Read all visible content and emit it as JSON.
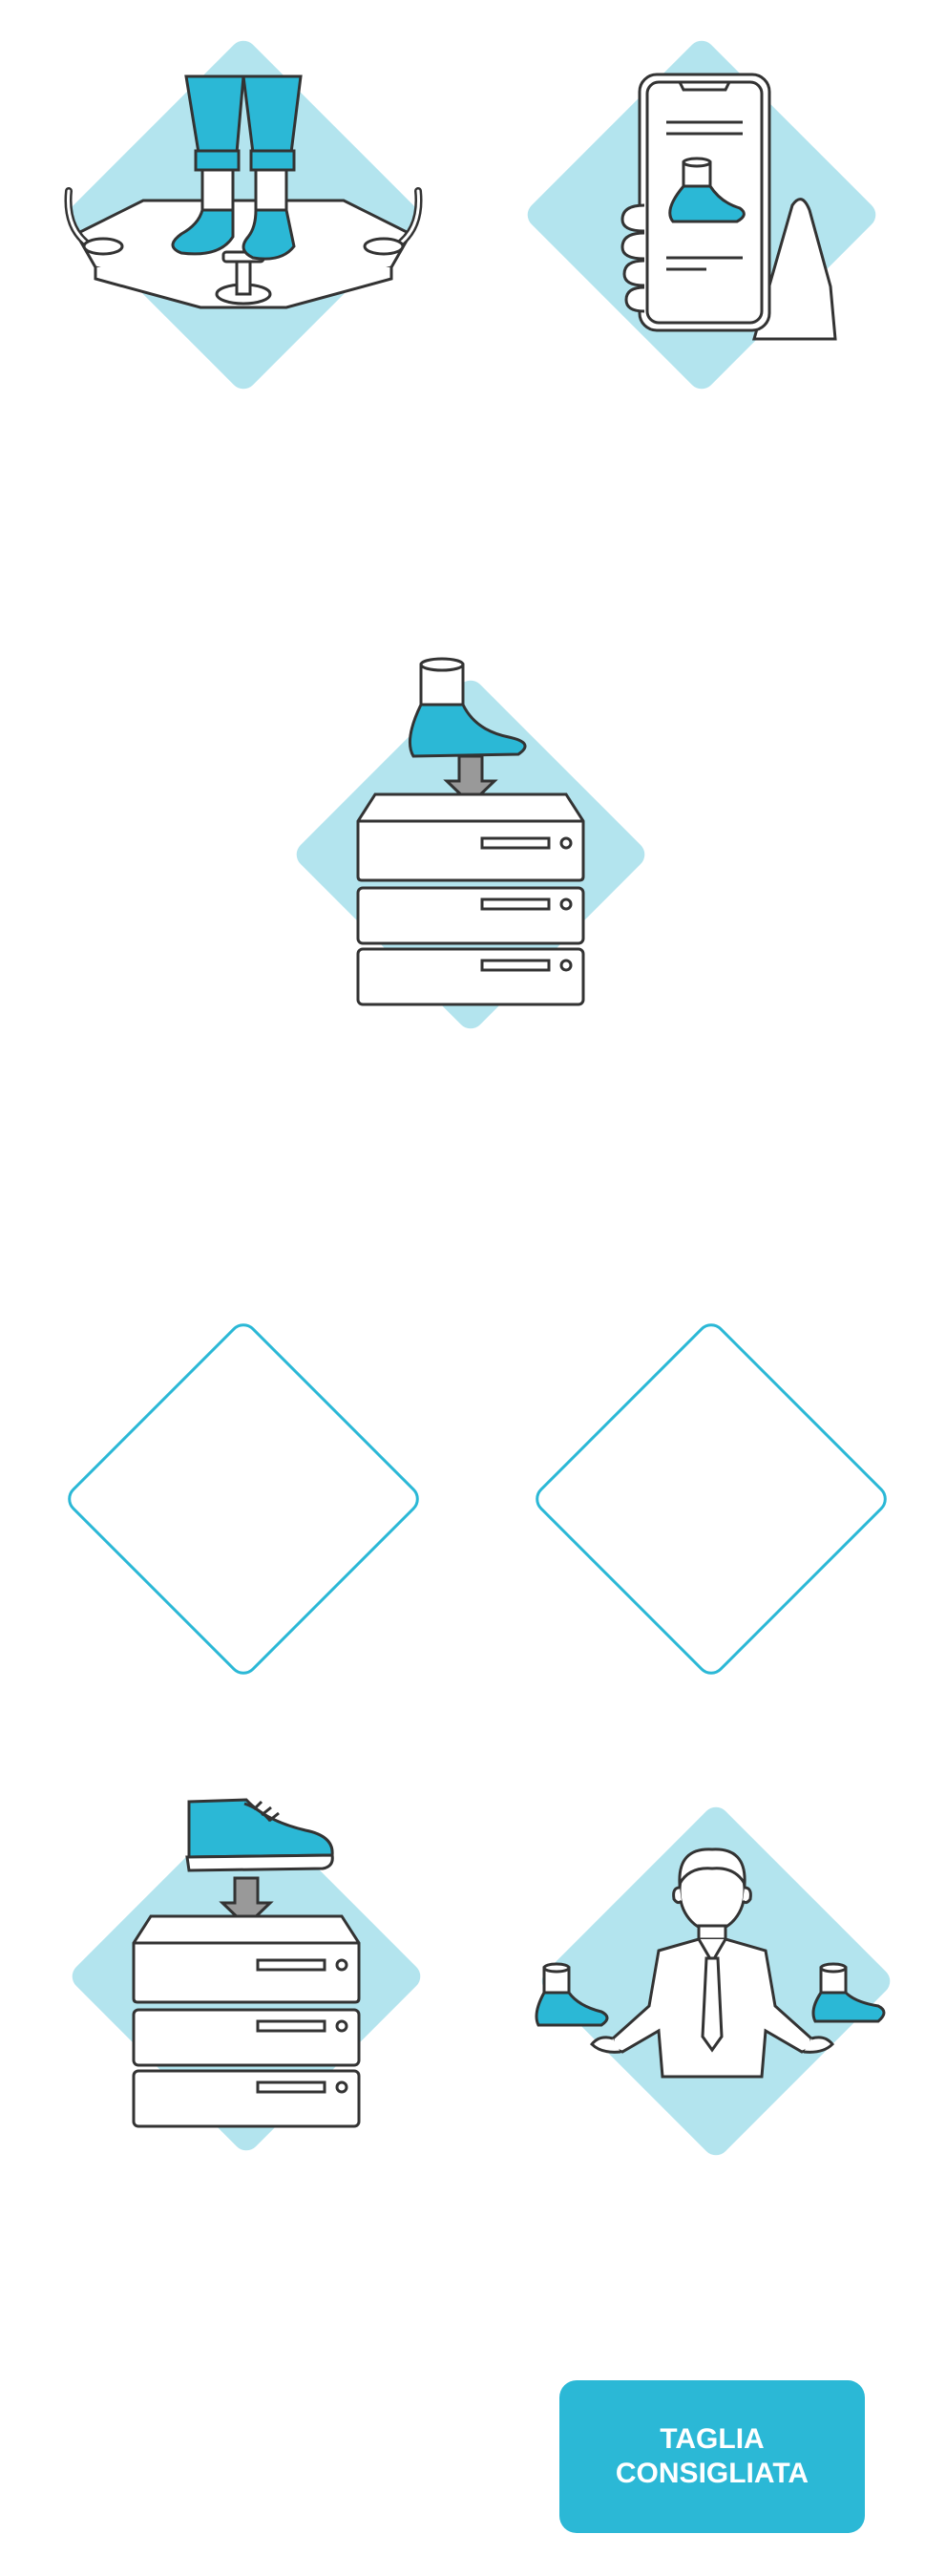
{
  "colors": {
    "accent": "#2bb8d6",
    "diamond_fill": "#b3e4ee",
    "outline": "#333333",
    "arrow": "#999999"
  },
  "illustrations": [
    {
      "icon": "foot-scanner-platform-icon"
    },
    {
      "icon": "smartphone-foot-scan-icon"
    },
    {
      "icon": "foot-to-database-icon"
    },
    {
      "icon": "empty-diamond-frame"
    },
    {
      "icon": "empty-diamond-frame"
    },
    {
      "icon": "shoe-to-database-icon"
    },
    {
      "icon": "advisor-comparing-feet-icon"
    }
  ],
  "cta": {
    "line1": "TAGLIA",
    "line2": "CONSIGLIATA"
  }
}
